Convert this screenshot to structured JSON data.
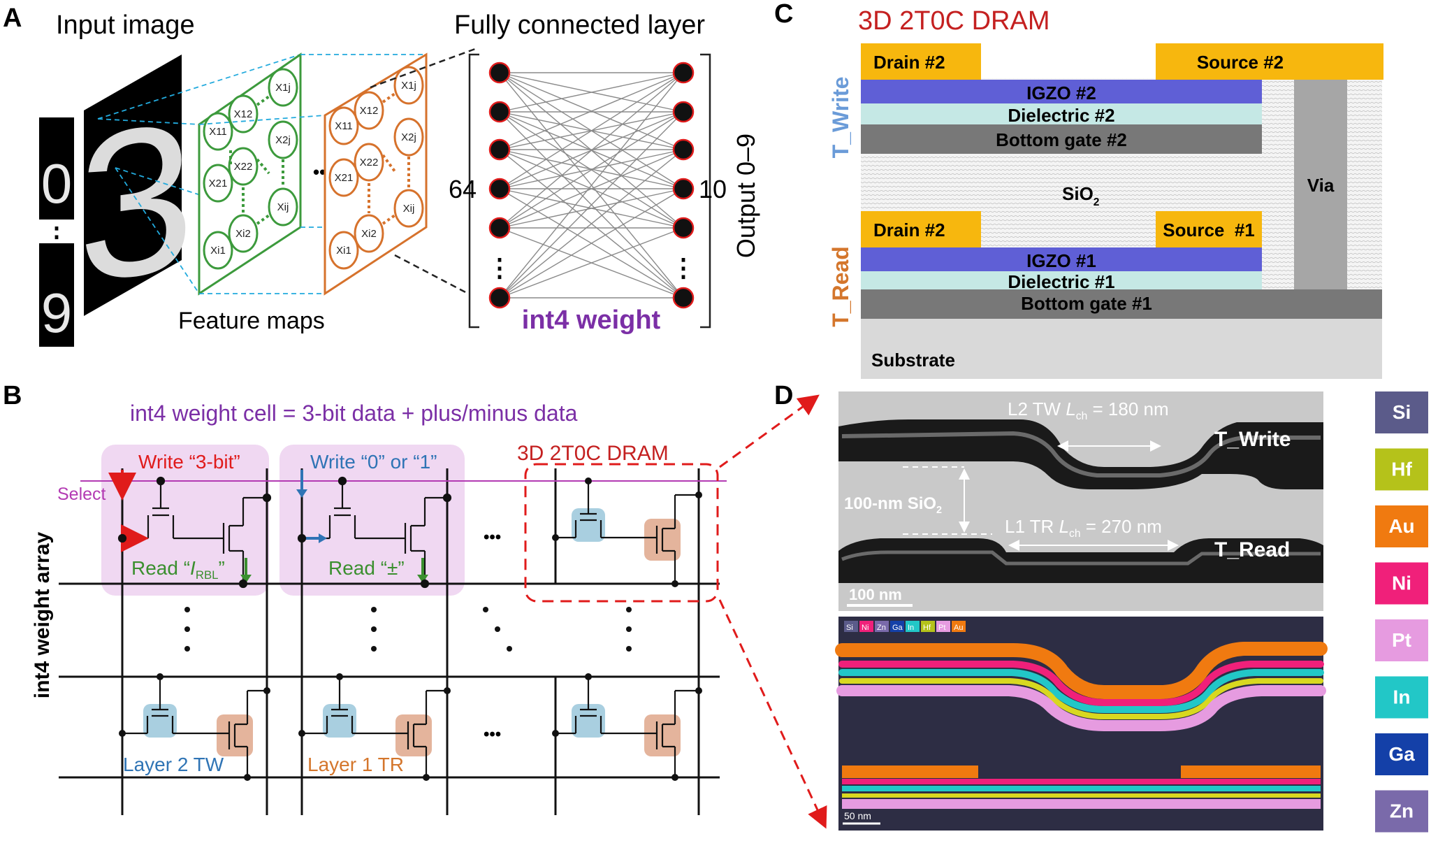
{
  "panel_a": {
    "letter": "A",
    "input_title": "Input image",
    "digit_top": "0",
    "dots": "⋮",
    "digit_bottom": "9",
    "digit_main": "3",
    "feature_caption": "Feature maps",
    "ellipsis": "•••",
    "fc_title": "Fully connected layer",
    "left_count": "64",
    "right_count": "10",
    "output_label": "Output 0–9",
    "weight_caption": "int4 weight",
    "fm_labels_row1": [
      "X11",
      "X12",
      "X1j"
    ],
    "fm_labels_row2": [
      "X21",
      "X22",
      "X2j"
    ],
    "fm_labels_row3": [
      "Xi1",
      "Xi2",
      "Xij"
    ]
  },
  "panel_b": {
    "letter": "B",
    "title": "int4 weight cell = 3-bit data + plus/minus data",
    "select_label": "Select",
    "write_3bit": "Write “3-bit”",
    "write_01": "Write “0” or “1”",
    "dram_label": "3D 2T0C DRAM",
    "read_rbl_prefix": "Read “",
    "read_rbl_i": "I",
    "read_rbl_sub": "RBL",
    "read_rbl_suffix": "”",
    "read_pm": "Read “±”",
    "axis_label": "int4 weight array",
    "layer2": "Layer 2 TW",
    "layer1": "Layer 1 TR",
    "ellipsis": "•••"
  },
  "panel_c": {
    "letter": "C",
    "title": "3D 2T0C DRAM",
    "drain2_top": "Drain #2",
    "source2": "Source #2",
    "igzo2": "IGZO #2",
    "dielectric2": "Dielectric #2",
    "bottom_gate2": "Bottom gate #2",
    "sio2": "SiO",
    "sio2_sub": "2",
    "via": "Via",
    "drain2_low": "Drain #2",
    "source1": "Source  #1",
    "igzo1": "IGZO #1",
    "dielectric1": "Dielectric #1",
    "bottom_gate1": "Bottom gate #1",
    "substrate": "Substrate",
    "t_write": "T_Write",
    "t_read": "T_Read"
  },
  "panel_d": {
    "letter": "D",
    "l2_prefix": "L2 TW ",
    "l2_l": "L",
    "l2_sub": "ch",
    "l2_value": " = 180 nm",
    "t_write": "T_Write",
    "sio2_label": "100-nm SiO",
    "sio2_sub": "2",
    "l1_prefix": "L1 TR ",
    "l1_l": "L",
    "l1_sub": "ch",
    "l1_value": " = 270 nm",
    "t_read": "T_Read",
    "scale_100": "100 nm",
    "scale_50": "50 nm",
    "map_legend": [
      "Si",
      "Ni",
      "Zn",
      "Ga",
      "In",
      "Hf",
      "Pt",
      "Au"
    ],
    "elements": [
      {
        "name": "Si",
        "color": "#5b5b8a"
      },
      {
        "name": "Hf",
        "color": "#b5c21a"
      },
      {
        "name": "Au",
        "color": "#f07a10"
      },
      {
        "name": "Ni",
        "color": "#f0207a"
      },
      {
        "name": "Pt",
        "color": "#e69be0"
      },
      {
        "name": "In",
        "color": "#22c7c7"
      },
      {
        "name": "Ga",
        "color": "#1440a8"
      },
      {
        "name": "Zn",
        "color": "#7a6aaa"
      }
    ]
  }
}
